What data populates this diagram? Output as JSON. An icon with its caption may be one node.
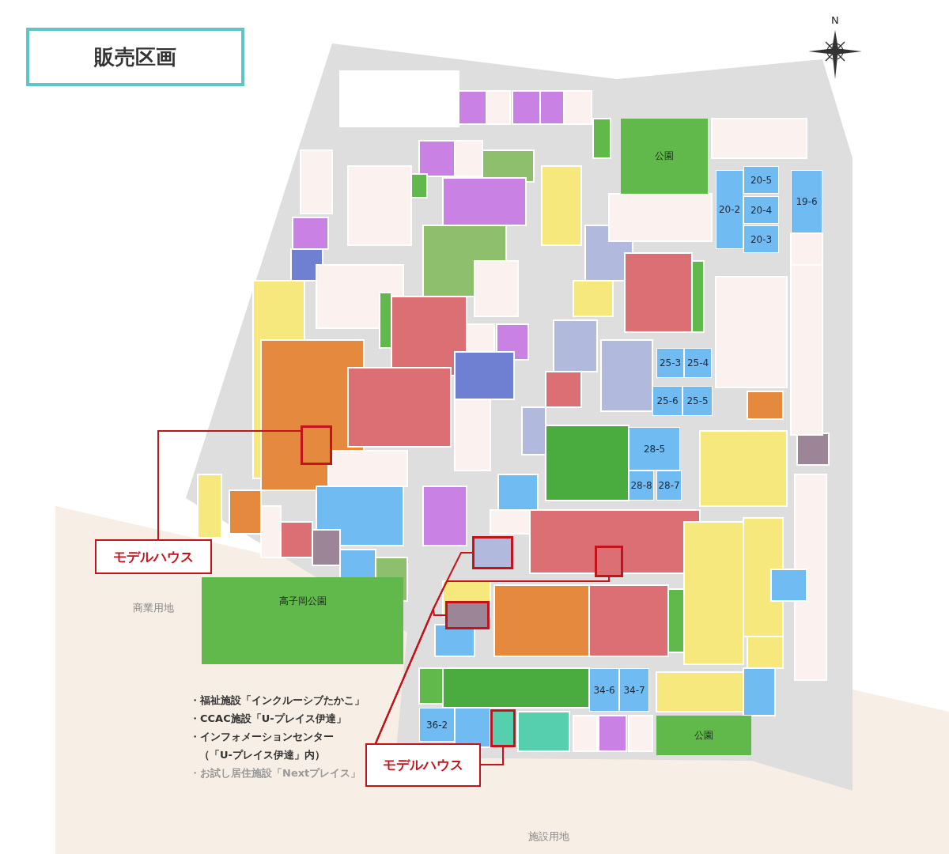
{
  "diagram": {
    "title": "販売区画",
    "nodes": [
      {
        "text": [
          "公園"
        ]
      },
      {
        "text": [
          "20-5"
        ]
      },
      {
        "text": [
          "20-4"
        ]
      },
      {
        "text": [
          "19-6"
        ]
      },
      {
        "text": [
          "20-2"
        ]
      },
      {
        "text": [
          "20-3"
        ]
      },
      {
        "text": [
          "25-3"
        ]
      },
      {
        "text": [
          "25-4"
        ]
      },
      {
        "text": [
          "25-6"
        ]
      },
      {
        "text": [
          "25-5"
        ]
      },
      {
        "text": [
          "28-5"
        ]
      },
      {
        "text": [
          "28-8"
        ]
      },
      {
        "text": [
          "28-7"
        ]
      },
      {
        "text": [
          "モデルハウス"
        ]
      },
      {
        "text": [],
        "shape": "box"
      },
      {
        "text": [],
        "shape": "box"
      },
      {
        "text": [],
        "shape": "box"
      },
      {
        "text": [],
        "shape": "box"
      },
      {
        "text": [
          "高子岡公園"
        ]
      },
      {
        "text": [
          "34-6"
        ]
      },
      {
        "text": [
          "34-7"
        ]
      },
      {
        "text": [
          "36-2"
        ]
      },
      {
        "text": [],
        "shape": "box"
      },
      {
        "text": [
          "公園"
        ]
      },
      {
        "text": [
          "モデルハウス"
        ]
      }
    ],
    "edges": [
      {
        "from": 13,
        "to": 14,
        "arrow": "none"
      },
      {
        "from": 24,
        "to": 15,
        "arrow": "none"
      },
      {
        "from": 24,
        "to": 16,
        "arrow": "none"
      },
      {
        "from": 24,
        "to": 17,
        "arrow": "none"
      },
      {
        "from": 24,
        "to": 22,
        "arrow": "none"
      }
    ],
    "labels": [
      "N",
      "商業用地",
      "・福祉施設「インクルーシブたかこ」",
      "・CCAC施設「U-プレイス伊達」",
      "・インフォメーションセンター",
      "（「U-プレイス伊達」内）",
      "・お試し居住施設「Nextプレイス」",
      "施設用地"
    ]
  }
}
